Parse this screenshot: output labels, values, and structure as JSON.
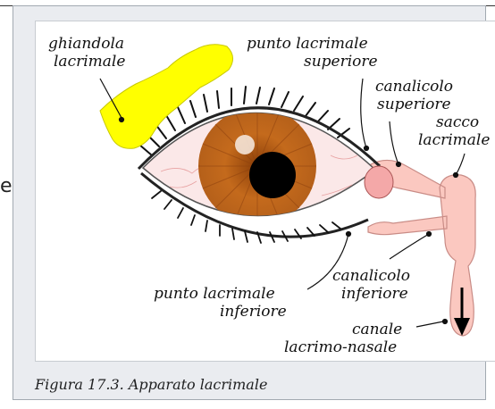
{
  "page": {
    "left_fragment": "e"
  },
  "figure": {
    "caption": "Figura 17.3. Apparato lacrimale",
    "labels": {
      "gland_line1": "ghiandola",
      "gland_line2": "lacrimale",
      "upper_point_line1": "punto lacrimale",
      "upper_point_line2": "superiore",
      "upper_canal_line1": "canalicolo",
      "upper_canal_line2": "superiore",
      "sac_line1": "sacco",
      "sac_line2": "lacrimale",
      "lower_canal_line1": "canalicolo",
      "lower_canal_line2": "inferiore",
      "lower_point_line1": "punto lacrimale",
      "lower_point_line2": "inferiore",
      "duct_line1": "canale",
      "duct_line2": "lacrimo-nasale"
    },
    "colors": {
      "gland": "#ffff00",
      "iris": "#c46a1c",
      "pupil": "#000000",
      "sclera": "#fbe8e8",
      "duct": "#fbc8c0",
      "panel": "#eaecf0"
    }
  }
}
